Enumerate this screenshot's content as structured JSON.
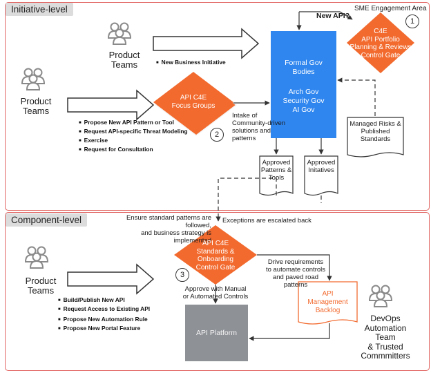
{
  "sections": {
    "initiative": {
      "label": "Initiative-level"
    },
    "component": {
      "label": "Component-level"
    }
  },
  "top": {
    "sme_area": "SME Engagement Area",
    "new_api_q": "New API?",
    "product_teams_1": [
      "Product",
      "Teams"
    ],
    "new_business": "New Business Initiative",
    "gov_bodies": {
      "lines_a": [
        "Formal Gov",
        "Bodies"
      ],
      "lines_b": [
        "Arch Gov",
        "Security Gov",
        "AI Gov"
      ]
    },
    "c4e_portfolio": [
      "C4E",
      "API Portfolio",
      "Planning & Reviews",
      "Control Gate"
    ],
    "badge_1": "1",
    "product_teams_2": [
      "Product",
      "Teams"
    ],
    "focus_groups": [
      "API C4E",
      "Focus Groups"
    ],
    "badge_2": "2",
    "intake": [
      "Intake of",
      "Community-driven",
      "solutions and",
      "patterns"
    ],
    "managed_risks": [
      "Managed Risks &",
      "Published",
      "Standards"
    ],
    "approved_patterns": [
      "Approved",
      "Patterns &",
      "Tools"
    ],
    "approved_initiatives": [
      "Approved",
      "Initatives"
    ],
    "bullets": [
      "Propose New API Pattern or Tool",
      "Request API-specific Threat Modeling",
      "Exercise",
      "Request for Consultation"
    ]
  },
  "bottom": {
    "ensure_text": [
      "Ensure standard patterns are followed,",
      "and business strategy is implemented"
    ],
    "exceptions": "Exceptions are escalated back",
    "product_teams_3": [
      "Product",
      "Teams"
    ],
    "standards_gate": [
      "API C4E",
      "Standards &",
      "Onboarding",
      "Control Gate"
    ],
    "badge_3": "3",
    "approve_text": [
      "Approve with Manual",
      "or Automated Controls"
    ],
    "drive_text": [
      "Drive requirements",
      "to automate controls",
      "and paved road",
      "patterns"
    ],
    "backlog": [
      "API",
      "Management",
      "Backlog"
    ],
    "devops": [
      "DevOps",
      "Automation",
      "Team",
      "& Trusted",
      "Commmitters"
    ],
    "platform": "API Platform",
    "bullets_a": [
      "Build/Publish New API",
      "Request Access to Existing API"
    ],
    "bullets_b": [
      "Propose New Automation Rule",
      "Propose New Portal Feature"
    ]
  },
  "colors": {
    "orange": "#f26a2e",
    "blue": "#2f86ef",
    "gray": "#8e9196",
    "section_border": "#e0625f",
    "icon": "#8a8a8a"
  },
  "icons": [
    "people-group-icon",
    "hollow-arrow-icon"
  ]
}
